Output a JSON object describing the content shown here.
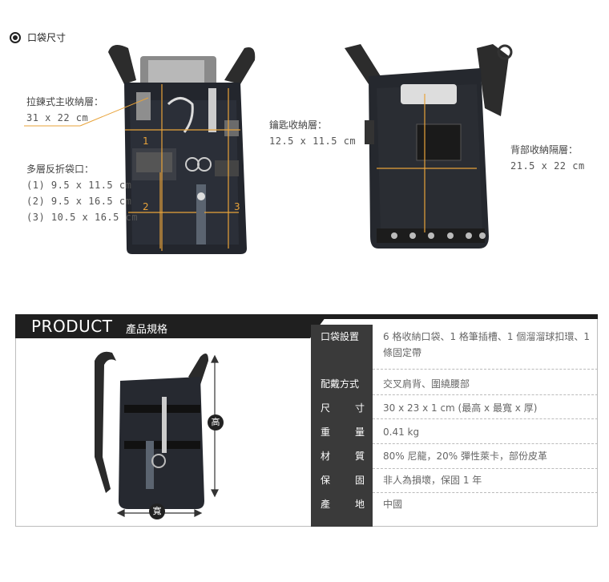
{
  "pocket_section": {
    "title": "口袋尺寸",
    "main_pocket": {
      "label": "拉鍊式主收納層：",
      "size": "31 x 22 cm"
    },
    "key_pocket": {
      "label": "鑰匙收納層：",
      "size": "12.5 x 11.5 cm"
    },
    "multi_pocket": {
      "label": "多層反折袋口：",
      "sizes": [
        "(1) 9.5 x 11.5 cm",
        "(2) 9.5 x 16.5 cm",
        "(3) 10.5 x 16.5 cm"
      ]
    },
    "back_pocket": {
      "label": "背部收納隔層：",
      "size": "21.5 x 22 cm"
    },
    "markers": [
      "1",
      "2",
      "3"
    ]
  },
  "product_section": {
    "title": "PRODUCT",
    "subtitle": "產品規格",
    "height_label": "高",
    "width_label": "寬",
    "specs": [
      {
        "key": "口袋設置",
        "value": "6 格收納口袋、1 格筆插槽、1 個溜溜球扣環、1 條固定帶"
      },
      {
        "key": "配戴方式",
        "value": "交叉肩背、圍繞腰部"
      },
      {
        "key": "尺寸",
        "k1": "尺",
        "k2": "寸",
        "value": "30 x 23 x 1 cm (最高 x 最寬 x 厚)"
      },
      {
        "key": "重量",
        "k1": "重",
        "k2": "量",
        "value": "0.41 kg"
      },
      {
        "key": "材質",
        "k1": "材",
        "k2": "質",
        "value": "80% 尼龍，20% 彈性萊卡，部份皮革"
      },
      {
        "key": "保固",
        "k1": "保",
        "k2": "固",
        "value": "非人為損壞，保固 1 年"
      },
      {
        "key": "產地",
        "k1": "產",
        "k2": "地",
        "value": "中國"
      }
    ]
  },
  "colors": {
    "dimension_line": "#e8a33a",
    "dark": "#1f1f1f",
    "spec_column": "#3a3a3a"
  }
}
